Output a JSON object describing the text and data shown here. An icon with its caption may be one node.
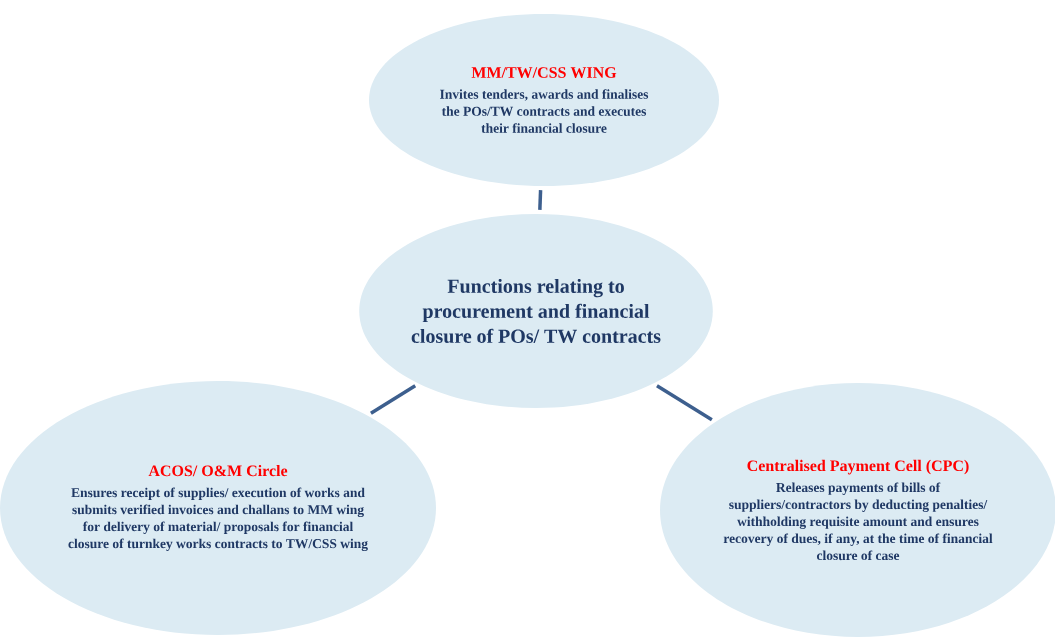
{
  "diagram": {
    "nodes": [
      {
        "text": [
          "MM/TW/CSS WING",
          "Invites tenders, awards and finalises the POs/TW contracts and executes their financial closure"
        ]
      },
      {
        "text": [
          "Functions relating to procurement and financial closure of POs/ TW contracts"
        ]
      },
      {
        "text": [
          "ACOS/ O&M Circle",
          "Ensures receipt of supplies/ execution of works and submits verified invoices and challans to MM wing for delivery of material/ proposals for financial closure of turnkey works contracts to TW/CSS wing"
        ]
      },
      {
        "text": [
          "Centralised Payment Cell (CPC)",
          "Releases payments of bills of suppliers/contractors by deducting penalties/ withholding requisite amount and ensures recovery of dues, if any, at the time of financial closure of case"
        ]
      }
    ],
    "edges": [
      {
        "from": 1,
        "to": 0,
        "arrow": "none"
      },
      {
        "from": 1,
        "to": 2,
        "arrow": "none"
      },
      {
        "from": 1,
        "to": 3,
        "arrow": "none"
      }
    ]
  }
}
